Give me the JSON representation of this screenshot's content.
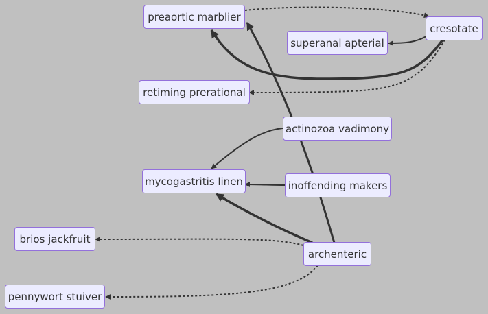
{
  "nodes": {
    "preaortic_marblier": "preaortic marblier",
    "cresotate": "cresotate",
    "superanal_apterial": "superanal apterial",
    "retiming_prerational": "retiming prerational",
    "actinozoa_vadimony": "actinozoa vadimony",
    "mycogastritis_linen": "mycogastritis linen",
    "inoffending_makers": "inoffending makers",
    "brios_jackfruit": "brios jackfruit",
    "archenteric": "archenteric",
    "pennywort_stuiver": "pennywort stuiver"
  },
  "edges": [
    {
      "from": "preaortic marblier",
      "to": "cresotate",
      "style": "dotted"
    },
    {
      "from": "cresotate",
      "to": "superanal apterial",
      "style": "solid"
    },
    {
      "from": "cresotate",
      "to": "preaortic marblier",
      "style": "thick"
    },
    {
      "from": "cresotate",
      "to": "retiming prerational",
      "style": "dotted"
    },
    {
      "from": "actinozoa vadimony",
      "to": "mycogastritis linen",
      "style": "solid"
    },
    {
      "from": "inoffending makers",
      "to": "mycogastritis linen",
      "style": "solid"
    },
    {
      "from": "archenteric",
      "to": "preaortic marblier",
      "style": "thick"
    },
    {
      "from": "archenteric",
      "to": "mycogastritis linen",
      "style": "thick"
    },
    {
      "from": "archenteric",
      "to": "brios jackfruit",
      "style": "dotted"
    },
    {
      "from": "archenteric",
      "to": "pennywort stuiver",
      "style": "dotted"
    }
  ],
  "colors": {
    "background": "#c0c0c0",
    "node_fill": "#ececff",
    "node_border": "#9370db",
    "edge": "#333333"
  }
}
